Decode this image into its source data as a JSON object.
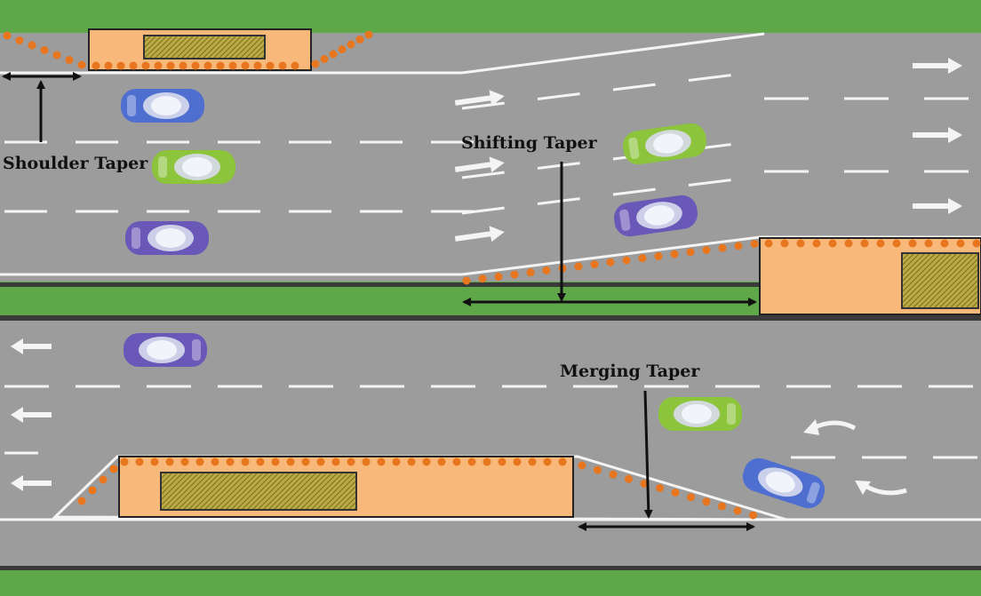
{
  "labels": {
    "shoulder_taper": "Shoulder Taper",
    "shifting_taper": "Shifting Taper",
    "merging_taper": "Merging Taper"
  },
  "colors": {
    "grass": "#5fa84a",
    "road": "#9c9c9c",
    "work_zone": "#f7b87a",
    "cone": "#e8761e",
    "equipment": "#b7a43b",
    "car_blue": "#4f6fd0",
    "car_green": "#8cc43c",
    "car_purple": "#6a58b8"
  },
  "icons": [
    "arrow-right-icon",
    "arrow-left-icon",
    "curved-arrow-icon",
    "car-icon",
    "traffic-cone-icon",
    "dimension-arrow-icon"
  ]
}
